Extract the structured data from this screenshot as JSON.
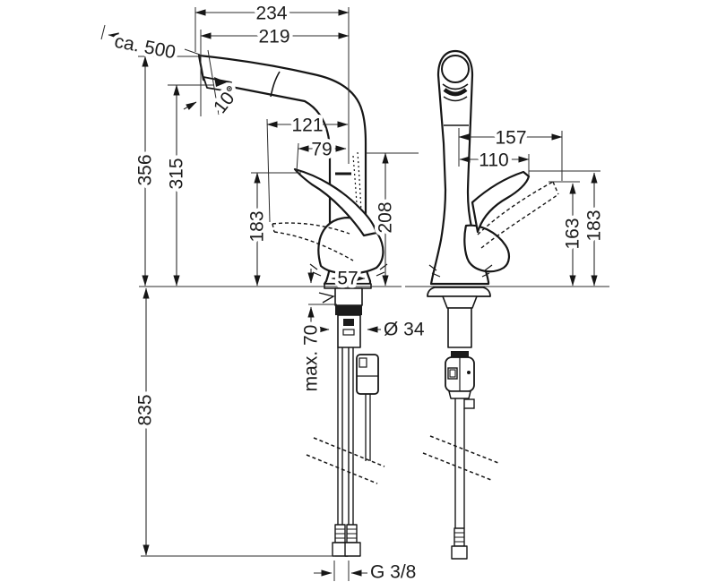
{
  "drawing": {
    "type": "technical-dimension-drawing",
    "subject": "kitchen mixer tap, front and side views with installation dimensions",
    "line_color": "#161616",
    "background": "#ffffff",
    "front_view": {
      "dims": {
        "overall_reach": "234",
        "spout_reach": "219",
        "pullout_length": "ca. 500",
        "spout_angle": "10°",
        "handle_open_reach": "121",
        "handle_reach": "79",
        "handle_height": "183",
        "overall_height": "356",
        "spout_height": "315",
        "outlet_height": "208",
        "base_width": "57",
        "hose_length": "835",
        "max_counter_thickness": "max. 70",
        "shank_diameter": "Ø 34",
        "connection_thread": "G 3/8"
      }
    },
    "side_view": {
      "dims": {
        "handle_open_reach": "157",
        "handle_reach": "110",
        "handle_tip_height": "163",
        "handle_open_height": "183"
      }
    }
  }
}
